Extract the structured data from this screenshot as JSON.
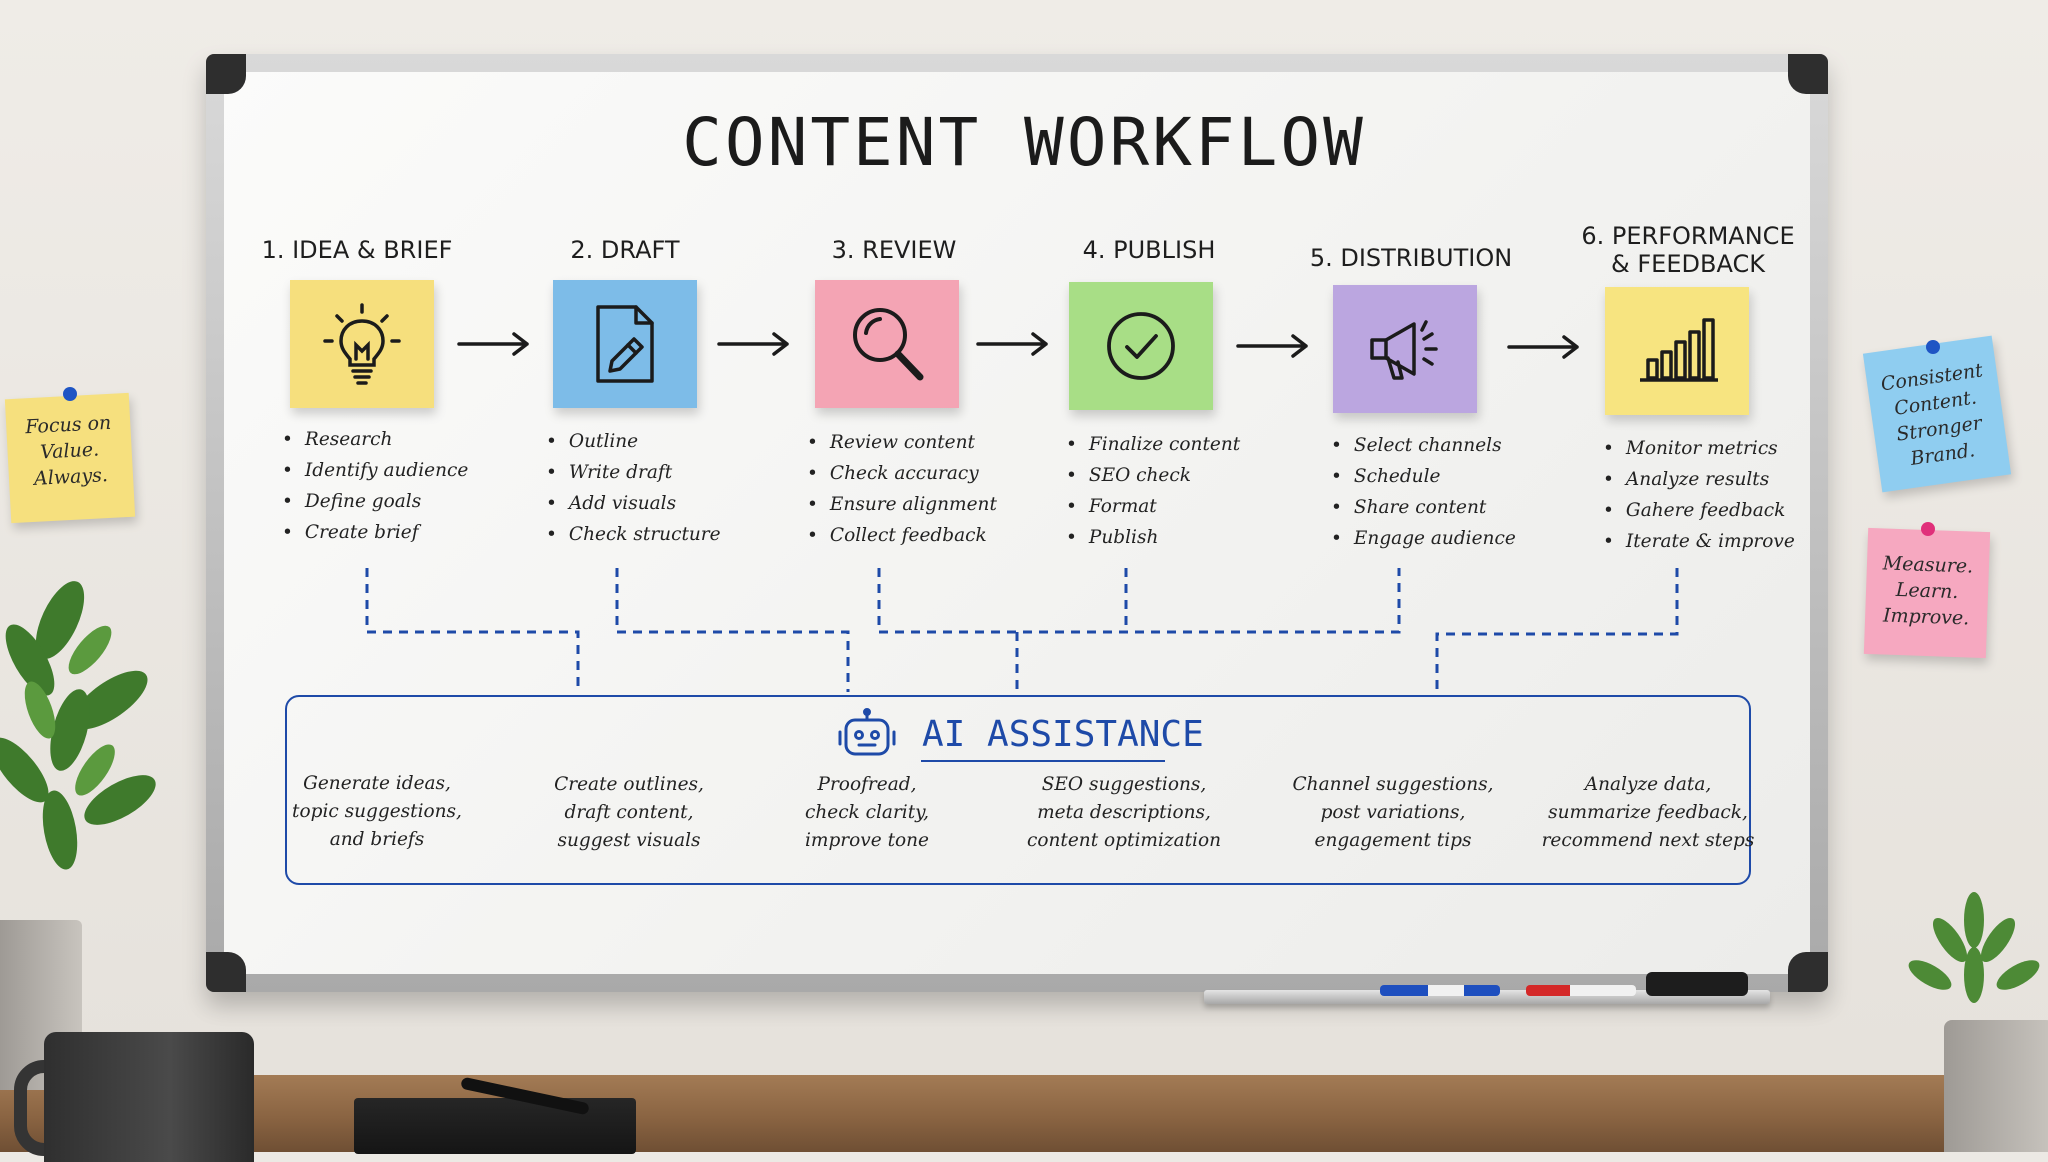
{
  "title": "CONTENT WORKFLOW",
  "colors": {
    "yellow": "#f7e27a",
    "blue": "#7fbde8",
    "pink": "#f4a6b3",
    "green": "#a6de84",
    "purple": "#bca6e0",
    "ai_blue": "#1e4aa8"
  },
  "steps": [
    {
      "title": "1. IDEA & BRIEF",
      "icon": "lightbulb-icon",
      "color": "#f6df7d",
      "items": [
        "Research",
        "Identify audience",
        "Define goals",
        "Create brief"
      ]
    },
    {
      "title": "2. DRAFT",
      "icon": "document-pen-icon",
      "color": "#7dbce8",
      "items": [
        "Outline",
        "Write draft",
        "Add visuals",
        "Check structure"
      ]
    },
    {
      "title": "3. REVIEW",
      "icon": "magnifier-icon",
      "color": "#f4a4b4",
      "items": [
        "Review content",
        "Check accuracy",
        "Ensure alignment",
        "Collect feedback"
      ]
    },
    {
      "title": "4. PUBLISH",
      "icon": "check-circle-icon",
      "color": "#a8de86",
      "items": [
        "Finalize content",
        "SEO check",
        "Format",
        "Publish"
      ]
    },
    {
      "title": "5. DISTRIBUTION",
      "icon": "megaphone-icon",
      "color": "#bba6e0",
      "items": [
        "Select channels",
        "Schedule",
        "Share content",
        "Engage audience"
      ]
    },
    {
      "title_line1": "6. PERFORMANCE",
      "title_line2": "& FEEDBACK",
      "icon": "bar-chart-icon",
      "color": "#f7e480",
      "items": [
        "Monitor metrics",
        "Analyze results",
        "Gahere feedback",
        "Iterate & improve"
      ]
    }
  ],
  "ai": {
    "title": "AI ASSISTANCE",
    "icon": "robot-icon",
    "columns": [
      [
        "Generate ideas,",
        "topic suggestions,",
        "and briefs"
      ],
      [
        "Create outlines,",
        "draft content,",
        "suggest visuals"
      ],
      [
        "Proofread,",
        "check clarity,",
        "improve tone"
      ],
      [
        "SEO suggestions,",
        "meta descriptions,",
        "content optimization"
      ],
      [
        "Channel suggestions,",
        "post variations,",
        "engagement tips"
      ],
      [
        "Analyze data,",
        "summarize feedback,",
        "recommend next steps"
      ]
    ]
  },
  "wall_notes": [
    {
      "lines": [
        "Focus on",
        "Value.",
        "Always."
      ],
      "color": "#f6e07e",
      "pin": "#1f55c4"
    },
    {
      "lines": [
        "Consistent",
        "Content.",
        "Stronger",
        "Brand."
      ],
      "color": "#8fcdf0",
      "pin": "#1f55c4"
    },
    {
      "lines": [
        "Measure.",
        "Learn.",
        "Improve."
      ],
      "color": "#f6a8c0",
      "pin": "#e0307a"
    }
  ]
}
